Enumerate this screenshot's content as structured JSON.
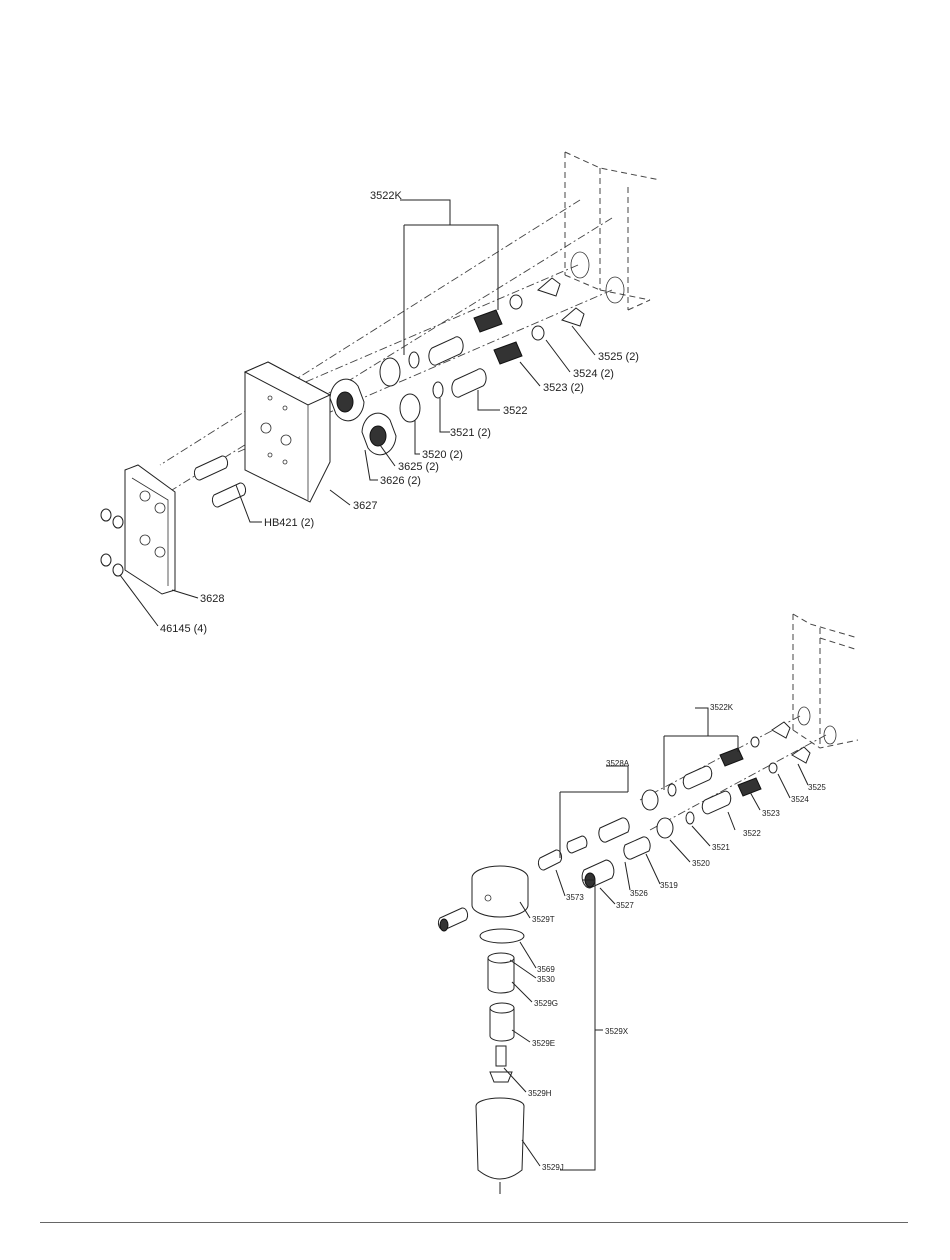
{
  "diagram_top": {
    "labels": {
      "kit": "3522K",
      "p3525": "3525 (2)",
      "p3524": "3524 (2)",
      "p3523": "3523 (2)",
      "p3522": "3522",
      "p3521": "3521 (2)",
      "p3520": "3520 (2)",
      "p3625": "3625 (2)",
      "p3626": "3626 (2)",
      "p3627": "3627",
      "hb421": "HB421 (2)",
      "p3628": "3628",
      "p46145": "46145 (4)"
    }
  },
  "diagram_bottom": {
    "labels": {
      "kit": "3522K",
      "p3528a": "3528A",
      "p3525": "3525",
      "p3524": "3524",
      "p3523": "3523",
      "p3522": "3522",
      "p3521": "3521",
      "p3520": "3520",
      "p3519": "3519",
      "p3526": "3526",
      "p3527": "3527",
      "p3573": "3573",
      "p3529t": "3529T",
      "p3569": "3569",
      "p3530": "3530",
      "p3529g": "3529G",
      "p3529e": "3529E",
      "p3529x": "3529X",
      "p3529h": "3529H",
      "p3529j": "3529J"
    }
  }
}
